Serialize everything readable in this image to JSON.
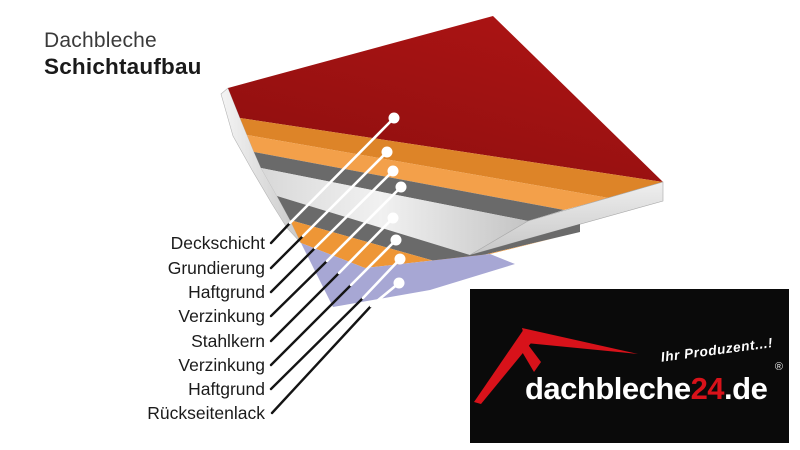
{
  "title": {
    "line1": "Dachbleche",
    "line2": "Schichtaufbau"
  },
  "diagram": {
    "description_labels_top_to_bottom": true,
    "layers": [
      {
        "label": "Deckschicht",
        "color": "#a01212"
      },
      {
        "label": "Grundierung",
        "color": "#dd8428"
      },
      {
        "label": "Haftgrund",
        "color": "#f3a04a"
      },
      {
        "label": "Verzinkung",
        "color": "#6a6a6a"
      },
      {
        "label": "Stahlkern",
        "color": "#e0e0e0"
      },
      {
        "label": "Verzinkung",
        "color": "#6a6a6a"
      },
      {
        "label": "Haftgrund",
        "color": "#ee9636"
      },
      {
        "label": "Rückseitenlack",
        "color": "#a7a7d4"
      }
    ]
  },
  "logo": {
    "tagline": "Ihr Produzent...!",
    "brand_part1": "dachbleche",
    "brand_part2": "24",
    "brand_part3": ".de",
    "registered_mark": "®",
    "background_color": "#0a0a0a",
    "accent_red": "#d8121a"
  }
}
